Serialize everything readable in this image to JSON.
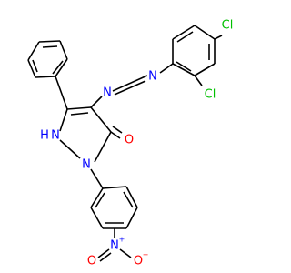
{
  "molecule": {
    "colors": {
      "bond": "#000000",
      "nitrogen": "#0000ff",
      "oxygen": "#ff0000",
      "chlorine": "#00c000",
      "background": "#ffffff"
    },
    "labels": {
      "cl_top": "Cl",
      "cl_ortho": "Cl",
      "azo_n1": "N",
      "azo_n2": "N",
      "nh": "N",
      "h": "H",
      "ring_n": "N",
      "carbonyl_o": "O",
      "nitro_n": "N",
      "nitro_plus": "+",
      "nitro_o_left": "O",
      "nitro_o_right": "O",
      "nitro_minus": "−"
    }
  }
}
